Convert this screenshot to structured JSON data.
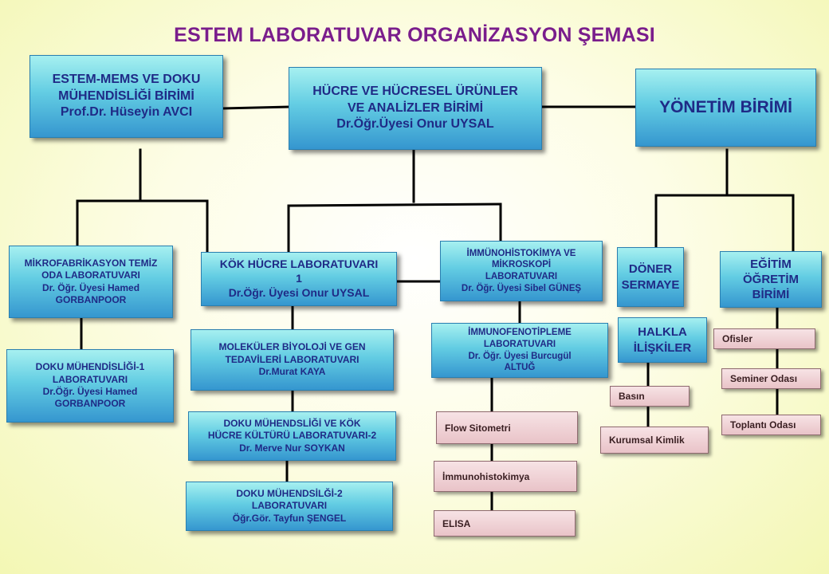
{
  "title": "ESTEM LABORATUVAR ORGANİZASYON ŞEMASI",
  "units": {
    "estem_mems": {
      "lines": [
        "ESTEM-MEMS VE DOKU",
        "MÜHENDİSLİĞİ BİRİMİ",
        "Prof.Dr. Hüseyin AVCI"
      ]
    },
    "hucre": {
      "lines": [
        "HÜCRE VE HÜCRESEL ÜRÜNLER",
        "VE ANALİZLER BİRİMİ",
        "Dr.Öğr.Üyesi Onur UYSAL"
      ]
    },
    "yonetim": {
      "lines": [
        "YÖNETİM BİRİMİ"
      ]
    },
    "mikrofab": {
      "lines": [
        "MİKROFABRİKASYON TEMİZ",
        "ODA LABORATUVARI",
        "Dr. Öğr. Üyesi Hamed",
        "GORBANPOOR"
      ]
    },
    "doku1": {
      "lines": [
        "DOKU MÜHENDİSLİĞİ-1",
        "LABORATUVARI",
        "Dr.Öğr. Üyesi Hamed",
        "GORBANPOOR"
      ]
    },
    "kok_hucre": {
      "lines": [
        "KÖK HÜCRE LABORATUVARI",
        "1",
        "Dr.Öğr. Üyesi Onur UYSAL"
      ]
    },
    "molekuler": {
      "lines": [
        "MOLEKÜLER BİYOLOJİ VE GEN",
        "TEDAVİLERİ  LABORATUVARI",
        "Dr.Murat KAYA"
      ]
    },
    "doku_kok": {
      "lines": [
        "DOKU MÜHENDSLİĞİ VE KÖK",
        "HÜCRE KÜLTÜRÜ LABORATUVARI-2",
        "Dr. Merve Nur SOYKAN"
      ]
    },
    "doku2": {
      "lines": [
        "DOKU MÜHENDSİLĞİ-2",
        "LABORATUVARI",
        "Öğr.Gör. Tayfun ŞENGEL"
      ]
    },
    "immuno_histo": {
      "lines": [
        "İMMÜNOHİSTOKİMYA VE",
        "MİKROSKOPİ",
        "LABORATUVARI",
        "Dr. Öğr. Üyesi Sibel GÜNEŞ"
      ]
    },
    "immuno_feno": {
      "lines": [
        "İMMUNOFENOTİPLEME",
        "LABORATUVARI",
        "Dr. Öğr. Üyesi Burcugül",
        "ALTUĞ"
      ]
    },
    "doner": {
      "lines": [
        "DÖNER",
        "SERMAYE"
      ]
    },
    "egitim": {
      "lines": [
        "EĞİTİM",
        "ÖĞRETİM",
        "BİRİMİ"
      ]
    },
    "halkla": {
      "lines": [
        "HALKLA",
        "İLİŞKİLER"
      ]
    }
  },
  "subunits": {
    "flow": "Flow Sitometri",
    "immunohistokimya": "İmmunohistokimya",
    "elisa": "ELISA",
    "basin": "Basın",
    "kurumsal": "Kurumsal Kimlik",
    "ofisler": "Ofisler",
    "seminer": "Seminer Odası",
    "toplanti": "Toplantı Odası"
  }
}
